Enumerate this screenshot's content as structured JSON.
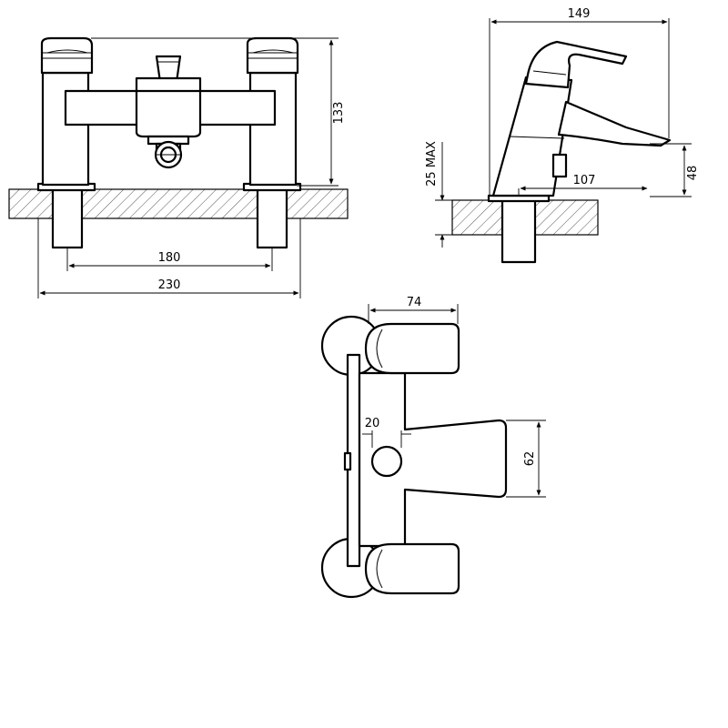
{
  "dimensions": {
    "front_width_overall": "230",
    "front_centres": "180",
    "front_height": "133",
    "side_reach": "149",
    "side_spout_projection": "107",
    "side_spout_height": "48",
    "side_deck_thickness": "25 MAX",
    "plan_handle_depth": "74",
    "plan_knob_diameter": "20",
    "plan_spout_width": "62"
  }
}
